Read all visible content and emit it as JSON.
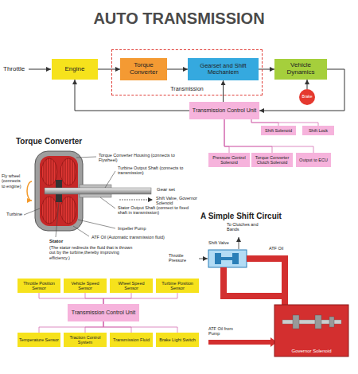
{
  "diagram": {
    "title": "AUTO TRANSMISSION",
    "nodes": [
      {
        "text": [
          "Engine"
        ]
      },
      {
        "text": [
          "Transmission"
        ]
      },
      {
        "text": [
          "Torque Converter"
        ],
        "in": 1
      },
      {
        "text": [
          "Gearset and Shift Mechaniem"
        ],
        "in": 1
      },
      {
        "text": [
          "Vehicle Dynamics"
        ]
      },
      {
        "text": [
          "Brake"
        ]
      },
      {
        "text": [
          "Transmission Control Unit"
        ]
      },
      {
        "text": [
          "Shift Solenoid"
        ]
      },
      {
        "text": [
          "Shift Lock"
        ]
      },
      {
        "text": [
          "Pressure Control Solenoid"
        ]
      },
      {
        "text": [
          "Torque Converter Clutch Solenoid"
        ]
      },
      {
        "text": [
          "Output to ECU"
        ]
      },
      {
        "text": [
          "Throttle Position Sensor"
        ]
      },
      {
        "text": [
          "Vehicle Speed Sensor"
        ]
      },
      {
        "text": [
          "Wheel Speed Sensor"
        ]
      },
      {
        "text": [
          "Turbine Position Sensor"
        ]
      },
      {
        "text": [
          "Transmission Control Unit"
        ]
      },
      {
        "text": [
          "Temperature Sensor"
        ]
      },
      {
        "text": [
          "Traction Control System"
        ]
      },
      {
        "text": [
          "Transmission Fluid"
        ]
      },
      {
        "text": [
          "Brake Light Switch"
        ]
      },
      {
        "text": [
          "Governor Solenoid"
        ]
      }
    ],
    "edges": [
      {
        "from": 0,
        "to": 2,
        "arrow": "to"
      },
      {
        "from": 2,
        "to": 3,
        "arrow": "to"
      },
      {
        "from": 3,
        "to": 4,
        "arrow": "to"
      },
      {
        "from": 4,
        "to": 6,
        "arrow": "to"
      },
      {
        "from": 6,
        "to": 3,
        "arrow": "to"
      },
      {
        "from": 6,
        "to": 0,
        "arrow": "to"
      },
      {
        "from": 5,
        "to": 4,
        "arrow": "to"
      },
      {
        "from": 6,
        "to": 7,
        "arrow": "none"
      },
      {
        "from": 6,
        "to": 8,
        "arrow": "none"
      },
      {
        "from": 6,
        "to": 9,
        "arrow": "none"
      },
      {
        "from": 6,
        "to": 10,
        "arrow": "none"
      },
      {
        "from": 6,
        "to": 11,
        "arrow": "none"
      },
      {
        "from": 12,
        "to": 16,
        "arrow": "none"
      },
      {
        "from": 13,
        "to": 16,
        "arrow": "none"
      },
      {
        "from": 14,
        "to": 16,
        "arrow": "none"
      },
      {
        "from": 15,
        "to": 16,
        "arrow": "none"
      },
      {
        "from": 17,
        "to": 16,
        "arrow": "none"
      },
      {
        "from": 18,
        "to": 16,
        "arrow": "none"
      },
      {
        "from": 19,
        "to": 16,
        "arrow": "none"
      },
      {
        "from": 20,
        "to": 16,
        "arrow": "none"
      }
    ],
    "labels": [
      "Throttle",
      "Torque Converter",
      "Torque Converter Housing (connects to Flywheel)",
      "Turbine Output Shaft (connects to transmission)",
      "Gear set",
      "Shift Valve, Governor Solenoid",
      "Stator Output Shaft (connect to fixed shaft in transmission)",
      "Impeller Pump",
      "Fly wheel (connects to engine)",
      "Turbine",
      "ATF Oil (Automatic transmission fluid)",
      "Stator",
      "(The stator redirects the fluid that is thrown out by the turbine,thereby improving efficiency.)",
      "A Simple Shift Circuit",
      "To Clutches and Bands",
      "Shift Valve",
      "ATF Oil",
      "Throttle Pressure",
      "ATF Oil from Pump"
    ]
  }
}
